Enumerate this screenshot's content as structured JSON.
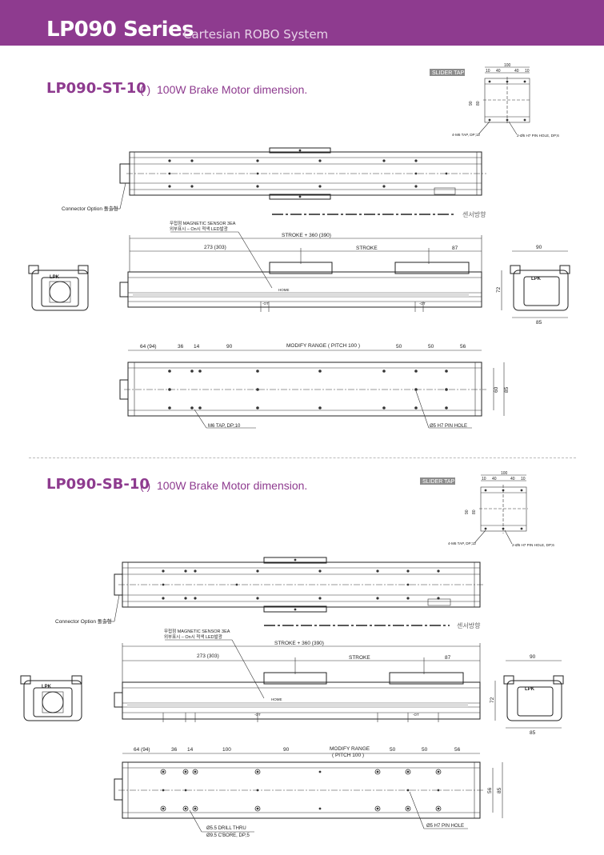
{
  "header": {
    "title": "LP090 Series",
    "subtitle": "Cartesian ROBO System"
  },
  "colors": {
    "brand": "#8e3b8f",
    "tag": "#8c8c8c"
  },
  "sections": [
    {
      "model": "LP090-ST-10",
      "paren": "(    )",
      "desc": "100W Brake Motor dimension.",
      "slider_tap": "SLIDER TAP",
      "slider_dims": {
        "top": "100",
        "cols": [
          "10",
          "40",
          "40",
          "10"
        ],
        "h1": "90",
        "h2": "80",
        "tap": "4-M6 TAP, DP;12",
        "pin": "2-Ø5 H7 PIN HOLE, DP;6"
      },
      "connector": "Connector Option 돌출형",
      "sensor_dir": "센서방향",
      "sensor_note1": "무접점 MAGNETIC SENSOR 3EA",
      "sensor_note2": "외부표시 – On시 적색 LED발광",
      "home": "HOME",
      "ot": "-OT",
      "dims_side": {
        "total": "STROKE + 360 (390)",
        "left": "273 (303)",
        "stroke": "STROKE",
        "right": "87"
      },
      "dims_end": {
        "width": "90",
        "height": "72",
        "base": "85"
      },
      "dims_top": [
        "64 (94)",
        "36",
        "14",
        "90",
        "MODIFY RANGE ( PITCH 100 )",
        "50",
        "50",
        "56"
      ],
      "dims_top_right": [
        "60",
        "85"
      ],
      "tap_label": "M6 TAP, DP;10",
      "pin_label": "Ø5 H7 PIN HOLE",
      "brand_logo": "LPK"
    },
    {
      "model": "LP090-SB-10",
      "paren": "(    )",
      "desc": "100W Brake Motor dimension.",
      "slider_tap": "SLIDER TAP",
      "slider_dims": {
        "top": "100",
        "cols": [
          "10",
          "40",
          "40",
          "10"
        ],
        "h1": "90",
        "h2": "80",
        "tap": "4-M6 TAP, DP;12",
        "pin": "2-Ø5 H7 PIN HOLE, DP;6"
      },
      "connector": "Connector Option 돌출형",
      "sensor_dir": "센서방향",
      "sensor_note1": "무접점 MAGNETIC SENSOR 3EA",
      "sensor_note2": "외부표시 – On시 적색 LED발광",
      "home": "HOME",
      "ot": "-OT",
      "dims_side": {
        "total": "STROKE + 360 (390)",
        "left": "273 (303)",
        "stroke": "STROKE",
        "right": "87"
      },
      "dims_end": {
        "width": "90",
        "height": "72",
        "base": "85"
      },
      "dims_top": [
        "64 (94)",
        "36",
        "14",
        "100",
        "90",
        "MODIFY RANGE",
        "( PITCH 100 )",
        "50",
        "50",
        "56"
      ],
      "dims_top_right": [
        "56",
        "85"
      ],
      "drill_label1": "Ø5.5 DRILL THRU",
      "drill_label2": "Ø9.5 C'BORE, DP;5",
      "pin_label": "Ø5 H7 PIN HOLE",
      "brand_logo": "LPK"
    }
  ]
}
